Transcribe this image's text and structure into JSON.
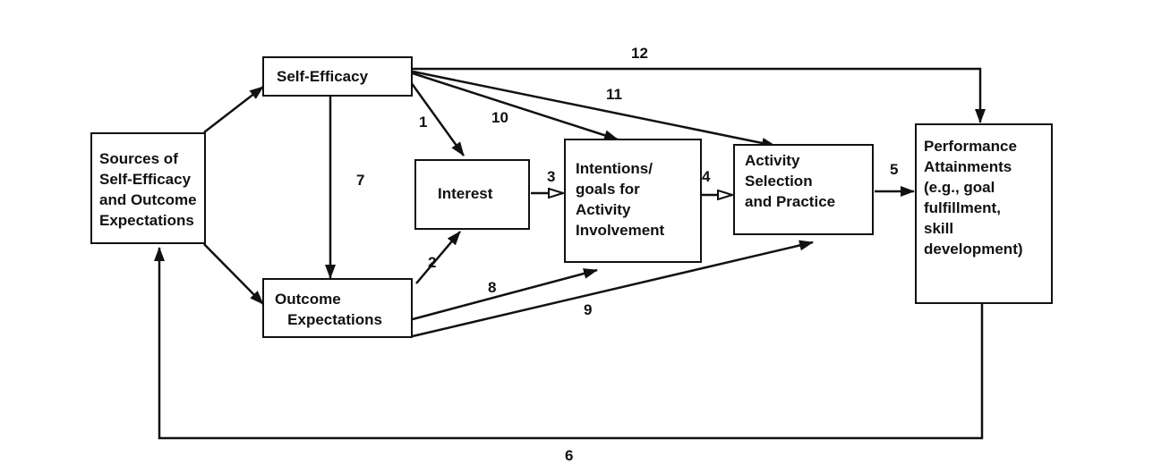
{
  "diagram": {
    "boxes": {
      "sources": "Sources of\nSelf-Efficacy\nand Outcome\nExpectations",
      "self_efficacy": "Self-Efficacy",
      "outcome_expectations": "Outcome\n   Expectations",
      "interest": "Interest",
      "intentions": "Intentions/\ngoals for\nActivity\nInvolvement",
      "activity": "Activity\nSelection\nand Practice",
      "performance": "Performance\nAttainments\n(e.g., goal\nfulfillment,\nskill\ndevelopment)"
    },
    "path_labels": {
      "p1": "1",
      "p2": "2",
      "p3": "3",
      "p4": "4",
      "p5": "5",
      "p6": "6",
      "p7": "7",
      "p8": "8",
      "p9": "9",
      "p10": "10",
      "p11": "11",
      "p12": "12"
    },
    "line_color": "#111111"
  }
}
